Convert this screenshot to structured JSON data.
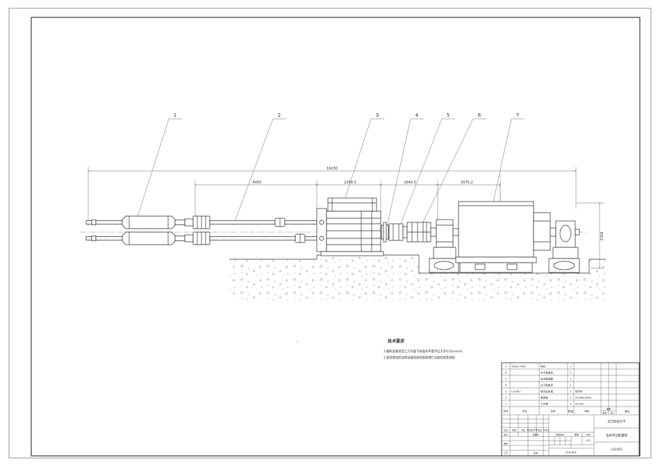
{
  "drawing": {
    "balloons": [
      "1",
      "2",
      "3",
      "4",
      "5",
      "6",
      "7"
    ],
    "dimensions": {
      "overall": "16230",
      "d1": "4055",
      "d2": "2260.5",
      "d3": "1643.5",
      "d4": "2075.2",
      "height": "2318"
    },
    "tech_req": {
      "title": "技术要求",
      "items": [
        "1.搬机及安装后上工作面下表面水平度不应大于0.05mm/m",
        "2.安装调试后运转设备按安装规则进行设备检查及调试"
      ]
    }
  },
  "title_block": {
    "parts": [
      {
        "no": "7",
        "code": "YDGS-7400",
        "name": "电机",
        "qty": "1",
        "material": ""
      },
      {
        "no": "6",
        "code": "",
        "name": "右平衡轴承",
        "qty": "1",
        "material": ""
      },
      {
        "no": "5",
        "code": "",
        "name": "安全联轴器",
        "qty": "1",
        "material": ""
      },
      {
        "no": "4",
        "code": "",
        "name": "左平衡轴承",
        "qty": "1",
        "material": ""
      },
      {
        "no": "3",
        "code": "LZJ-801",
        "name": "联合齿轮箱",
        "qty": "1",
        "material": "组合件"
      },
      {
        "no": "2",
        "code": "",
        "name": "联接轴",
        "qty": "2",
        "material": "37SiMn2MoV"
      },
      {
        "no": "1",
        "code": "",
        "name": "工作辊",
        "qty": "2",
        "material": "9Cr2W"
      }
    ],
    "header": {
      "no": "序号",
      "code": "代号",
      "name": "名称",
      "qty": "数量",
      "material": "材料",
      "unit": "单件",
      "total": "总计",
      "weight": "重量",
      "remark": "备注"
    },
    "revision": {
      "mark": "标记",
      "count": "处数",
      "zone": "分区",
      "doc": "更改文件号",
      "sign": "签名",
      "date": "年月日"
    },
    "roles": {
      "design": "设计",
      "standard": "标准化",
      "review": "审核",
      "process": "工艺",
      "approve": "批准"
    },
    "stage": {
      "stage": "阶段标记",
      "weight": "重量",
      "scale": "比例",
      "scale_value": "1:25",
      "sheets": "共   张  第   张"
    },
    "school": "武汉科技大学",
    "drawing_title": "主机传动配置图",
    "drawing_code": "LZJ-002"
  }
}
